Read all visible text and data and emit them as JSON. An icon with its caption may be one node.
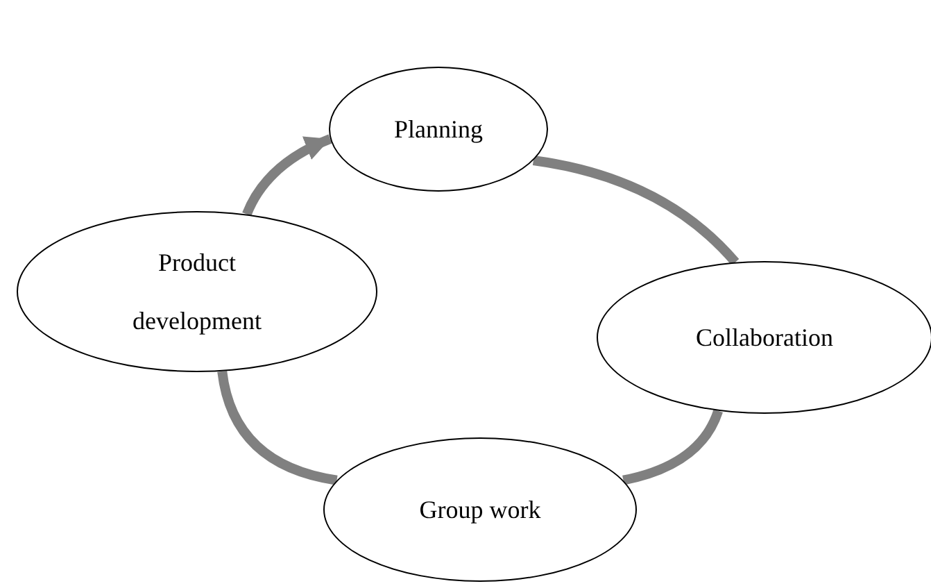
{
  "diagram": {
    "nodes": [
      {
        "text": [
          "Planning"
        ]
      },
      {
        "text": [
          "Collaboration"
        ]
      },
      {
        "text": [
          "Group work"
        ]
      },
      {
        "text": [
          "Product development"
        ]
      }
    ],
    "edges": [
      {
        "from": 0,
        "to": 1,
        "arrow": "none"
      },
      {
        "from": 1,
        "to": 2,
        "arrow": "none"
      },
      {
        "from": 2,
        "to": 3,
        "arrow": "none"
      },
      {
        "from": 3,
        "to": 0,
        "arrow": "to"
      }
    ]
  }
}
